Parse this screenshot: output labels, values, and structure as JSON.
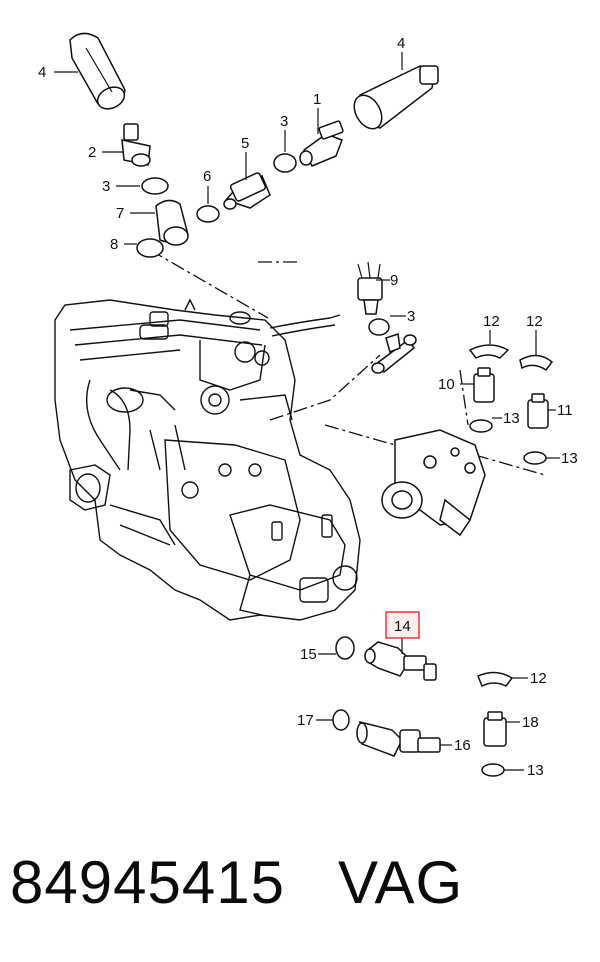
{
  "callouts": {
    "c1": "1",
    "c2": "2",
    "c3a": "3",
    "c3b": "3",
    "c3c": "3",
    "c4a": "4",
    "c4b": "4",
    "c5": "5",
    "c6": "6",
    "c7": "7",
    "c8": "8",
    "c9": "9",
    "c10": "10",
    "c11": "11",
    "c12a": "12",
    "c12b": "12",
    "c12c": "12",
    "c13a": "13",
    "c13b": "13",
    "c13c": "13",
    "c14": "14",
    "c15": "15",
    "c16": "16",
    "c17": "17",
    "c18": "18"
  },
  "highlight_color": "#e23b3b",
  "footer": {
    "part_number": "84945415",
    "brand": "VAG"
  }
}
